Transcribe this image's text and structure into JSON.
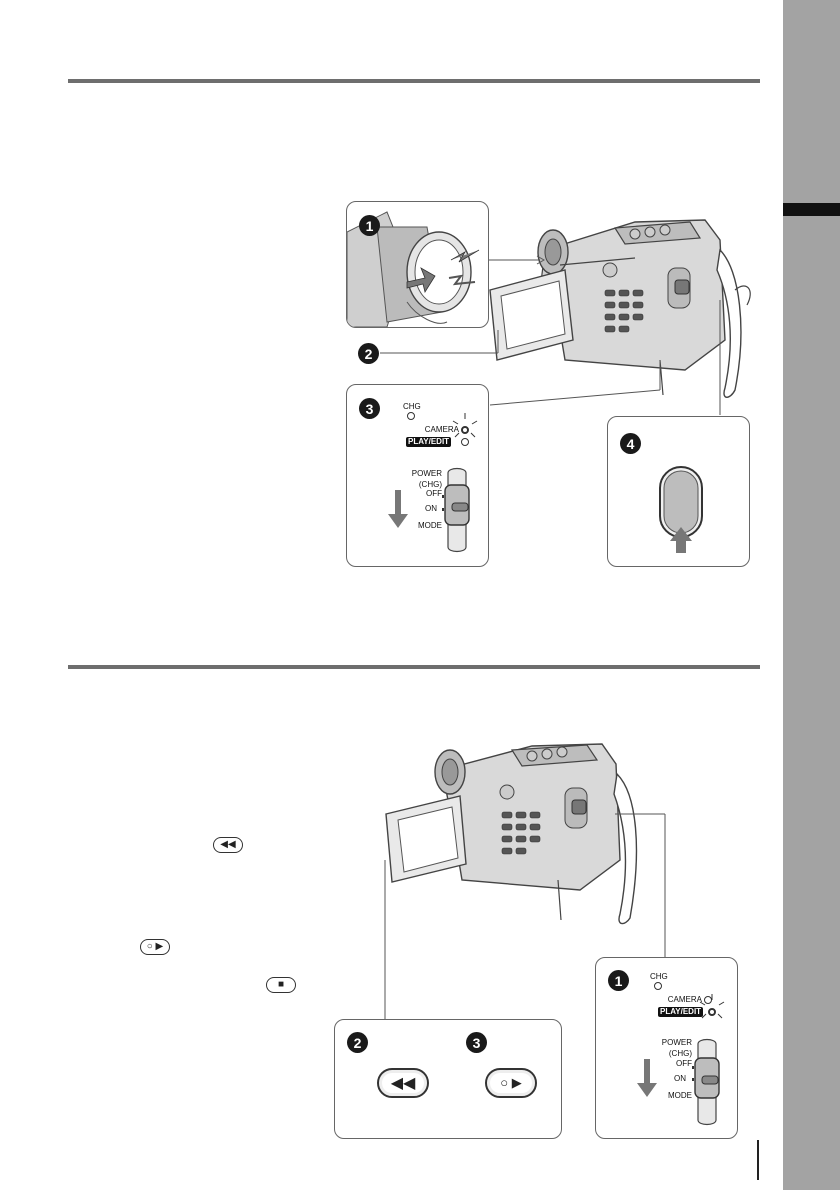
{
  "page": {
    "side_tab_color": "#a3a3a3",
    "rule_color": "#6e6e6e"
  },
  "top_figure": {
    "steps": [
      "1",
      "2",
      "3",
      "4"
    ],
    "power_panel": {
      "chg": "CHG",
      "camera": "CAMERA",
      "play_edit": "PLAY/EDIT",
      "power": "POWER",
      "power_sub": "(CHG)",
      "off": "OFF",
      "on": "ON",
      "mode": "MODE"
    }
  },
  "bottom_figure": {
    "steps": [
      "1",
      "2",
      "3"
    ],
    "power_panel": {
      "chg": "CHG",
      "camera": "CAMERA",
      "play_edit": "PLAY/EDIT",
      "power": "POWER",
      "power_sub": "(CHG)",
      "off": "OFF",
      "on": "ON",
      "mode": "MODE"
    },
    "inline_icons": {
      "rewind": "◀◀",
      "play": "○ ▶",
      "stop": "■"
    },
    "panel_buttons": {
      "rewind": "◀◀",
      "play": "○ ▶"
    }
  }
}
